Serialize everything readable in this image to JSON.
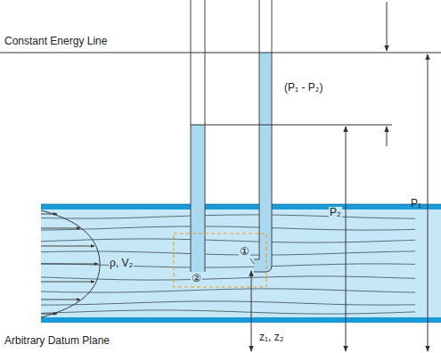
{
  "diagram": {
    "labels": [
      "Constant Energy Line",
      "(P₁ - P₂)",
      "P₂",
      "P₁",
      "ρ, V₂",
      "①",
      "②",
      "z₁, z₂",
      "Arbitrary Datum Plane"
    ]
  }
}
